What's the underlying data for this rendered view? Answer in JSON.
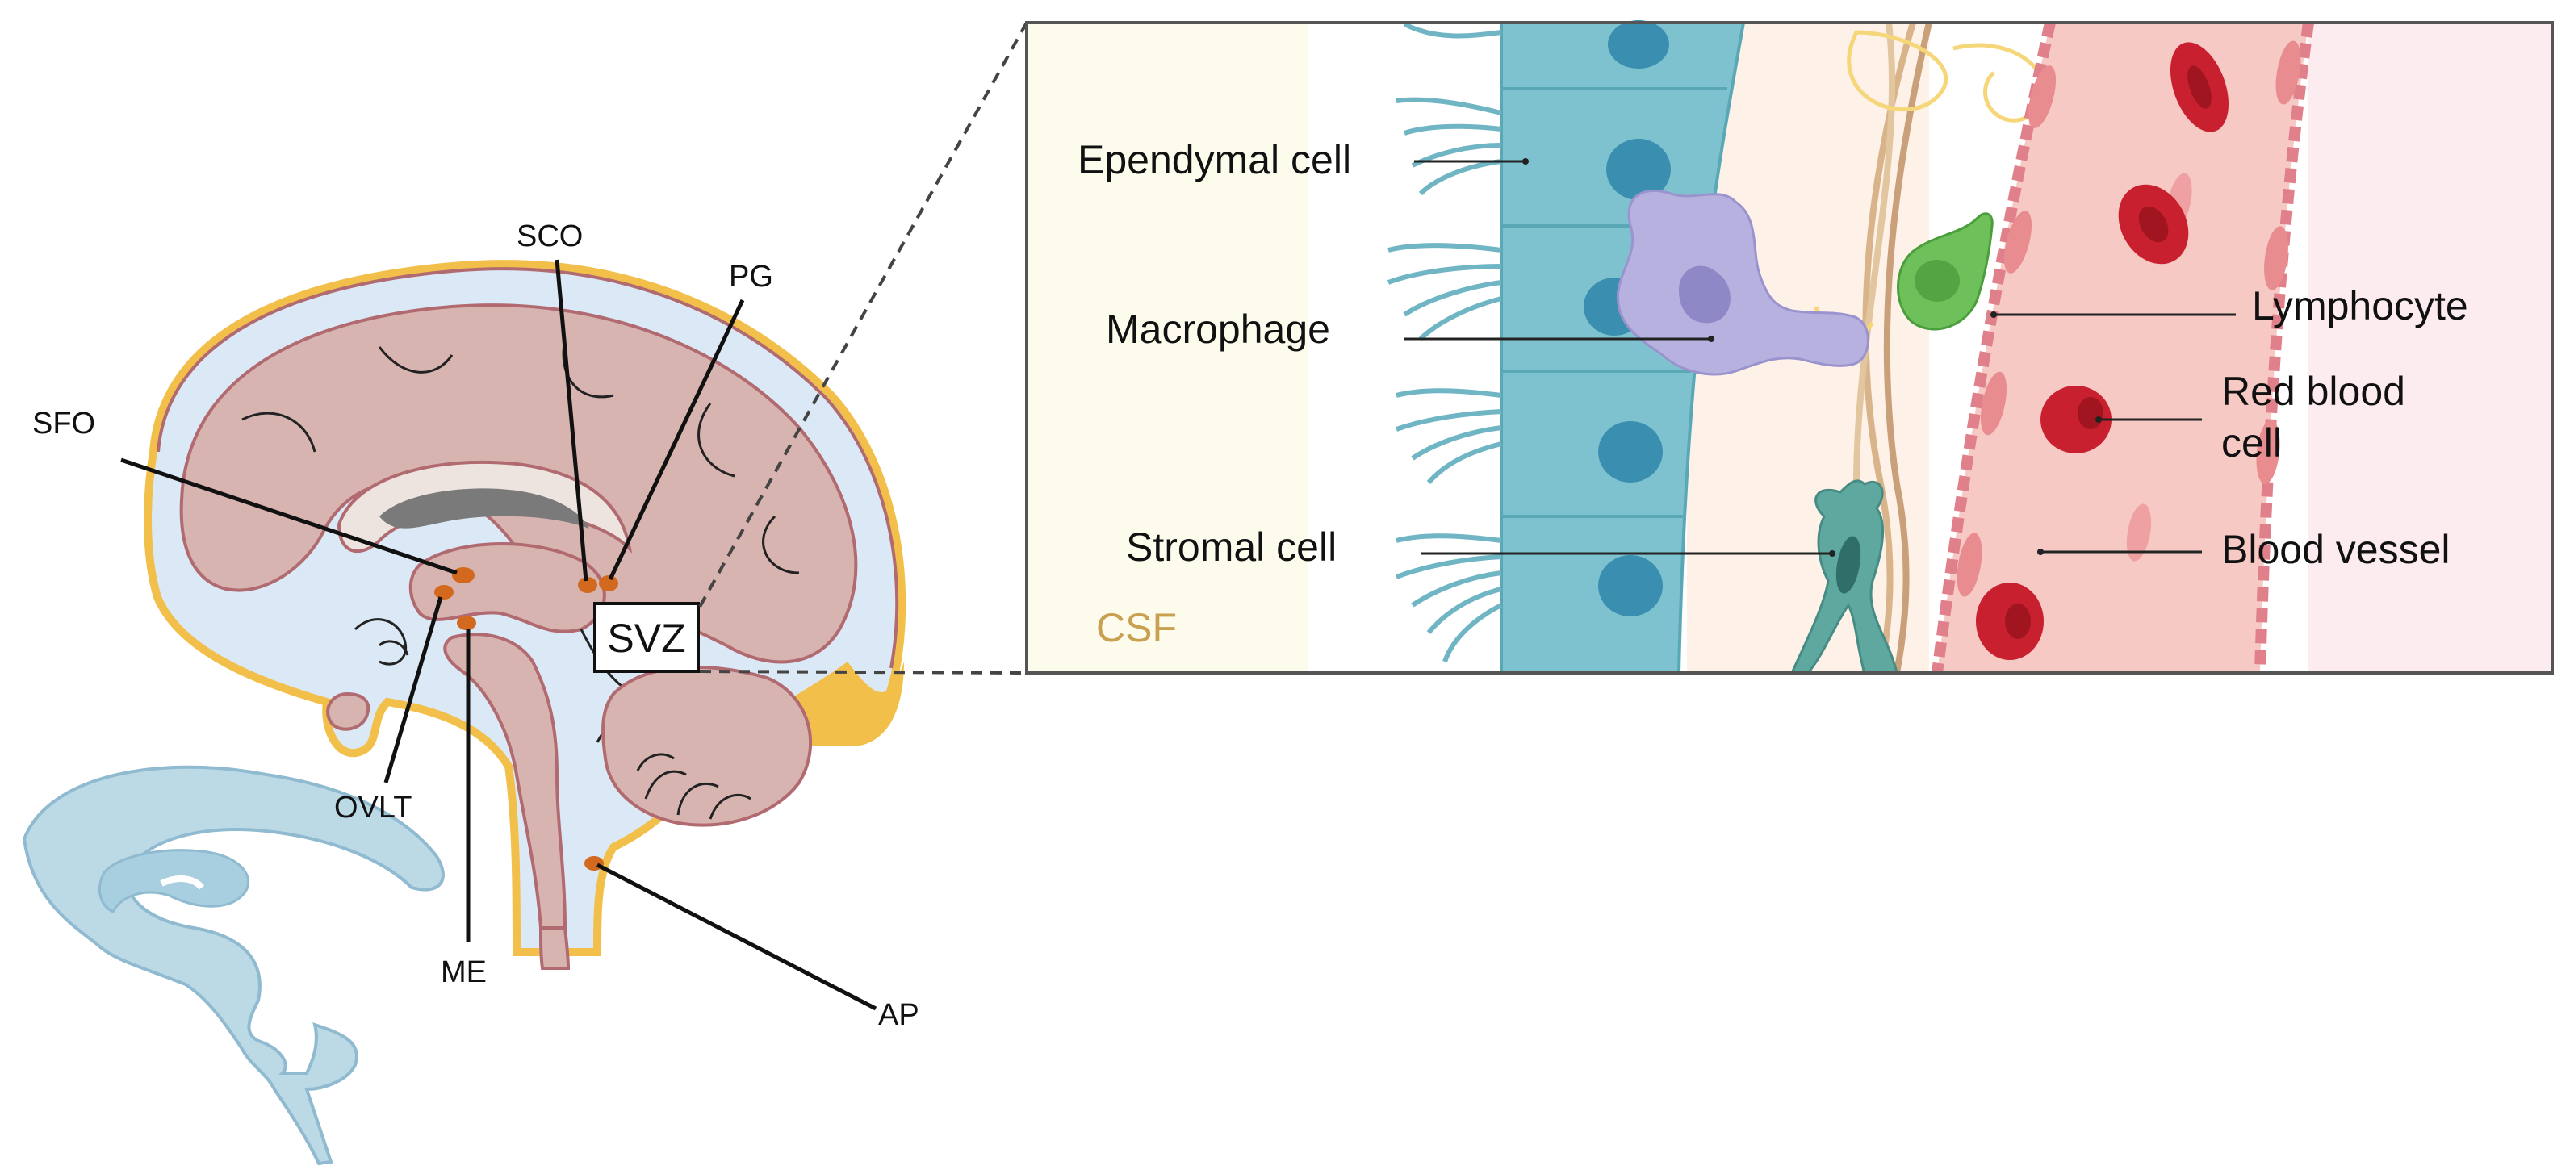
{
  "brain_labels": {
    "sfo": "SFO",
    "sco": "SCO",
    "pg": "PG",
    "ovlt": "OVLT",
    "me": "ME",
    "ap": "AP",
    "svz": "SVZ"
  },
  "inset_labels": {
    "ependymal": "Ependymal cell",
    "macrophage": "Macrophage",
    "stromal": "Stromal cell",
    "csf": "CSF",
    "lymphocyte": "Lymphocyte",
    "red_blood_1": "Red blood",
    "red_blood_2": "cell",
    "blood_vessel": "Blood vessel"
  },
  "colors": {
    "brain_tissue": "#d8b4b0",
    "brain_outline": "#b06a70",
    "csf_space": "#dbe8f5",
    "meninges": "#f2c04a",
    "organ_dot": "#d2691e",
    "ventricle": "#bcd9e6",
    "ependymal": "#7fc2cf",
    "nucleus": "#3a8fb0",
    "macrophage": "#b7b1e0",
    "stromal": "#5fa8a0",
    "lymphocyte": "#6ec05a",
    "vessel": "#f6c9c4",
    "rbc": "#c8202e",
    "csf_text": "#c8a050"
  }
}
